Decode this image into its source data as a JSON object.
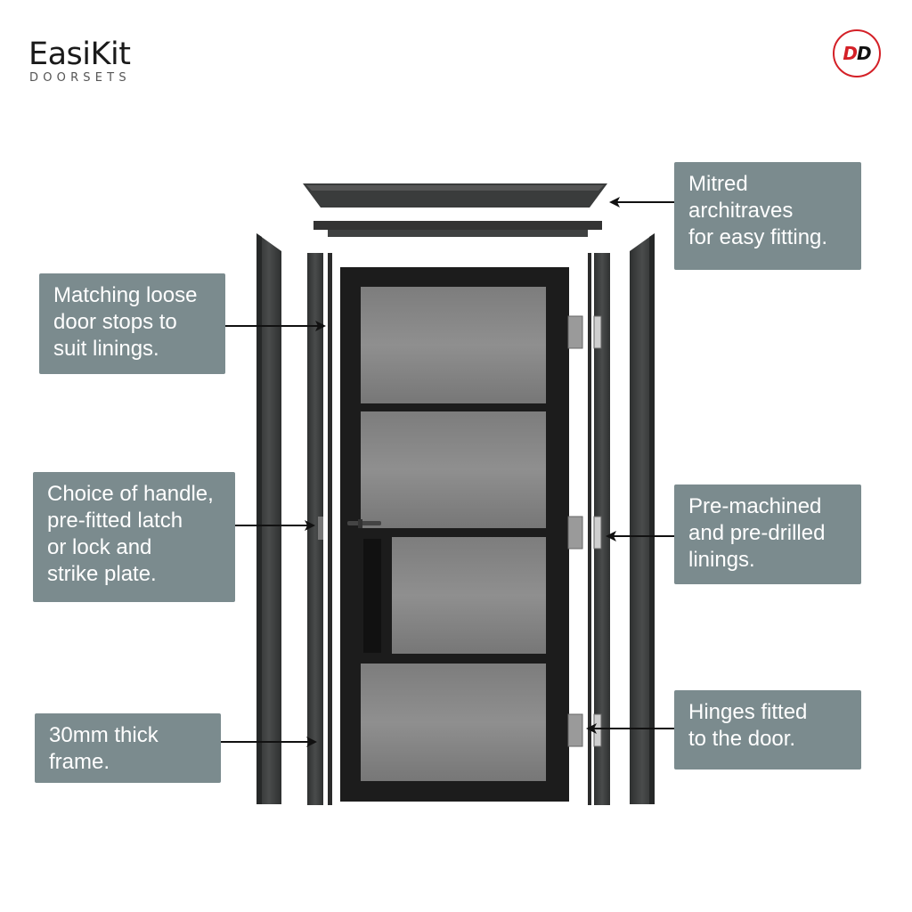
{
  "brand": {
    "name": "EasiKit",
    "subtitle": "DOORSETS"
  },
  "logo": {
    "letter_1": "D",
    "letter_2": "D",
    "accent_color": "#d42027"
  },
  "colors": {
    "label_background": "#7b8b8e",
    "frame_dark": "#3b3d3d",
    "door_black": "#1c1c1c",
    "glass": "#8a8a8a"
  },
  "callouts": {
    "mitred_architraves": "Mitred\narchitraves\nfor easy fitting.",
    "door_stops": "Matching loose\ndoor stops to\nsuit linings.",
    "handle": "Choice of handle,\npre-fitted latch\nor lock and\nstrike plate.",
    "frame": "30mm thick\nframe.",
    "linings": "Pre-machined\nand pre-drilled\nlinings.",
    "hinges": "Hinges fitted\nto the door."
  }
}
